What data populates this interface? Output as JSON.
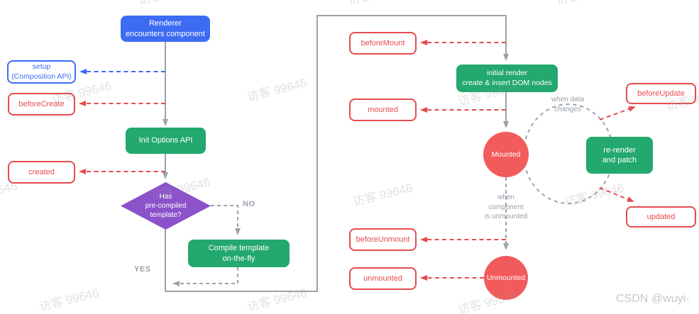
{
  "watermark": {
    "text": "访客 99646",
    "credit": "CSDN @wuyi-"
  },
  "colors": {
    "blue": "#3D6CF2",
    "green": "#23A86E",
    "red_outline": "#E64C4E",
    "red_circle": "#F25B5B",
    "purple": "#8C52C9",
    "connector_gray": "#9AA3AB",
    "label_gray": "#98A1A9",
    "background": "#FFFFFF"
  },
  "nodes": {
    "renderer": {
      "line1": "Renderer",
      "line2": "encounters component"
    },
    "setup": {
      "line1": "setup",
      "line2": "(Composition API)"
    },
    "before_create": {
      "label": "beforeCreate"
    },
    "init_options": {
      "label": "Init Options API"
    },
    "created": {
      "label": "created"
    },
    "has_template": {
      "line1": "Has",
      "line2": "pre-compiled",
      "line3": "template?"
    },
    "compile_template": {
      "line1": "Compile template",
      "line2": "on-the-fly"
    },
    "initial_render": {
      "line1": "initial render",
      "line2": "create & insert DOM nodes"
    },
    "before_mount": {
      "label": "beforeMount"
    },
    "mounted_hook": {
      "label": "mounted"
    },
    "mounted_state": {
      "label": "Mounted"
    },
    "rerender": {
      "line1": "re-render",
      "line2": "and patch"
    },
    "before_update": {
      "label": "beforeUpdate"
    },
    "updated": {
      "label": "updated"
    },
    "before_unmount": {
      "label": "beforeUnmount"
    },
    "unmounted_state": {
      "label": "Unmounted"
    },
    "unmounted_hook": {
      "label": "unmounted"
    }
  },
  "labels": {
    "no": "NO",
    "yes": "YES",
    "when_data": {
      "line1": "when data",
      "line2": "changes"
    },
    "when_unmounted": {
      "line1": "when",
      "line2": "component",
      "line3": "is unmounted"
    }
  }
}
